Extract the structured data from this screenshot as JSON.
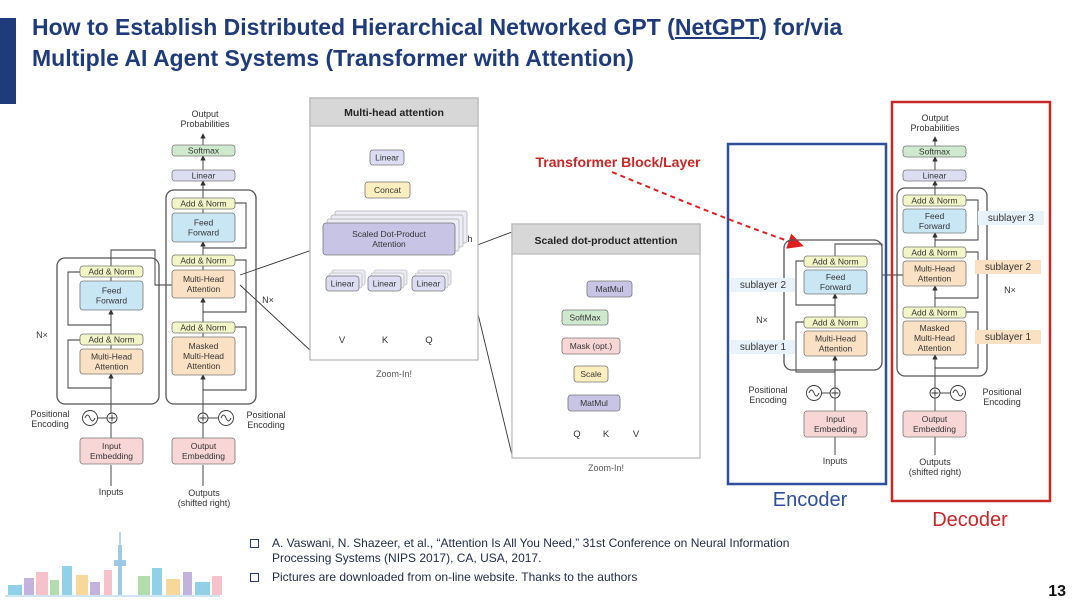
{
  "header": {
    "title_part1": "How to Establish Distributed Hierarchical Networked GPT (",
    "title_link": "NetGPT",
    "title_part2": ") for/via",
    "title_line2": "Multiple AI Agent Systems (Transformer with Attention)"
  },
  "left_arch": {
    "output_probabilities": [
      "Output",
      "Probabilities"
    ],
    "softmax": "Softmax",
    "linear": "Linear",
    "add_norm": "Add & Norm",
    "feed_forward": [
      "Feed",
      "Forward"
    ],
    "multi_head_attention": [
      "Multi-Head",
      "Attention"
    ],
    "masked_multi_head_attention": [
      "Masked",
      "Multi-Head",
      "Attention"
    ],
    "nx": "N×",
    "positional_encoding": [
      "Positional",
      "Encoding"
    ],
    "input_embedding": [
      "Input",
      "Embedding"
    ],
    "output_embedding": [
      "Output",
      "Embedding"
    ],
    "inputs": "Inputs",
    "outputs": [
      "Outputs",
      "(shifted right)"
    ]
  },
  "multi_head": {
    "title": "Multi-head attention",
    "linear": "Linear",
    "concat": "Concat",
    "sdpa": [
      "Scaled Dot-Product",
      "Attention"
    ],
    "h": "h",
    "v": "V",
    "k": "K",
    "q": "Q",
    "zoom": "Zoom-In!"
  },
  "scaled_dot": {
    "title": "Scaled dot-product attention",
    "matmul": "MatMul",
    "softmax": "SoftMax",
    "mask": "Mask (opt.)",
    "scale": "Scale",
    "q": "Q",
    "k": "K",
    "v": "V",
    "zoom": "Zoom-In!"
  },
  "right_arch": {
    "block_label": "Transformer Block/Layer",
    "sublayer1": "sublayer 1",
    "sublayer2": "sublayer 2",
    "sublayer3": "sublayer 3",
    "encoder": "Encoder",
    "decoder": "Decoder",
    "nx": "N×",
    "positional_encoding": [
      "Positional",
      "Encoding"
    ],
    "input_embedding": [
      "Input",
      "Embedding"
    ],
    "output_embedding": [
      "Output",
      "Embedding"
    ],
    "inputs": "Inputs",
    "outputs": [
      "Outputs",
      "(shifted right)"
    ],
    "output_probabilities": [
      "Output",
      "Probabilities"
    ],
    "softmax": "Softmax",
    "linear": "Linear",
    "add_norm": "Add & Norm",
    "feed_forward": [
      "Feed",
      "Forward"
    ],
    "multi_head_attention": [
      "Multi-Head",
      "Attention"
    ],
    "masked_multi_head_attention": [
      "Masked",
      "Multi-Head",
      "Attention"
    ]
  },
  "references": [
    [
      "A. Vaswani, N. Shazeer, et al., “Attention Is All You Need,” 31st Conference on Neural Information",
      "Processing Systems (NIPS 2017), CA, USA, 2017."
    ],
    [
      "Pictures are downloaded from on-line website. Thanks to the authors"
    ]
  ],
  "page_number": "13",
  "colors": {
    "title": "#1f3b7a",
    "encoder_box": "#2f4f9c",
    "decoder_box": "#c62828",
    "block_label": "#c62828",
    "feed_forward_fill": "#c9e6f5",
    "attention_fill": "#fbe1c4",
    "add_norm_fill": "#f2f5c6",
    "softmax_fill": "#cfe9cf",
    "linear_fill": "#dcdcf2",
    "embedding_fill": "#f8d6d6",
    "mha_sdpa_fill": "#c8c4e6",
    "concat_fill": "#fcefbf",
    "sublayer_fill": "#e8f2fa"
  }
}
